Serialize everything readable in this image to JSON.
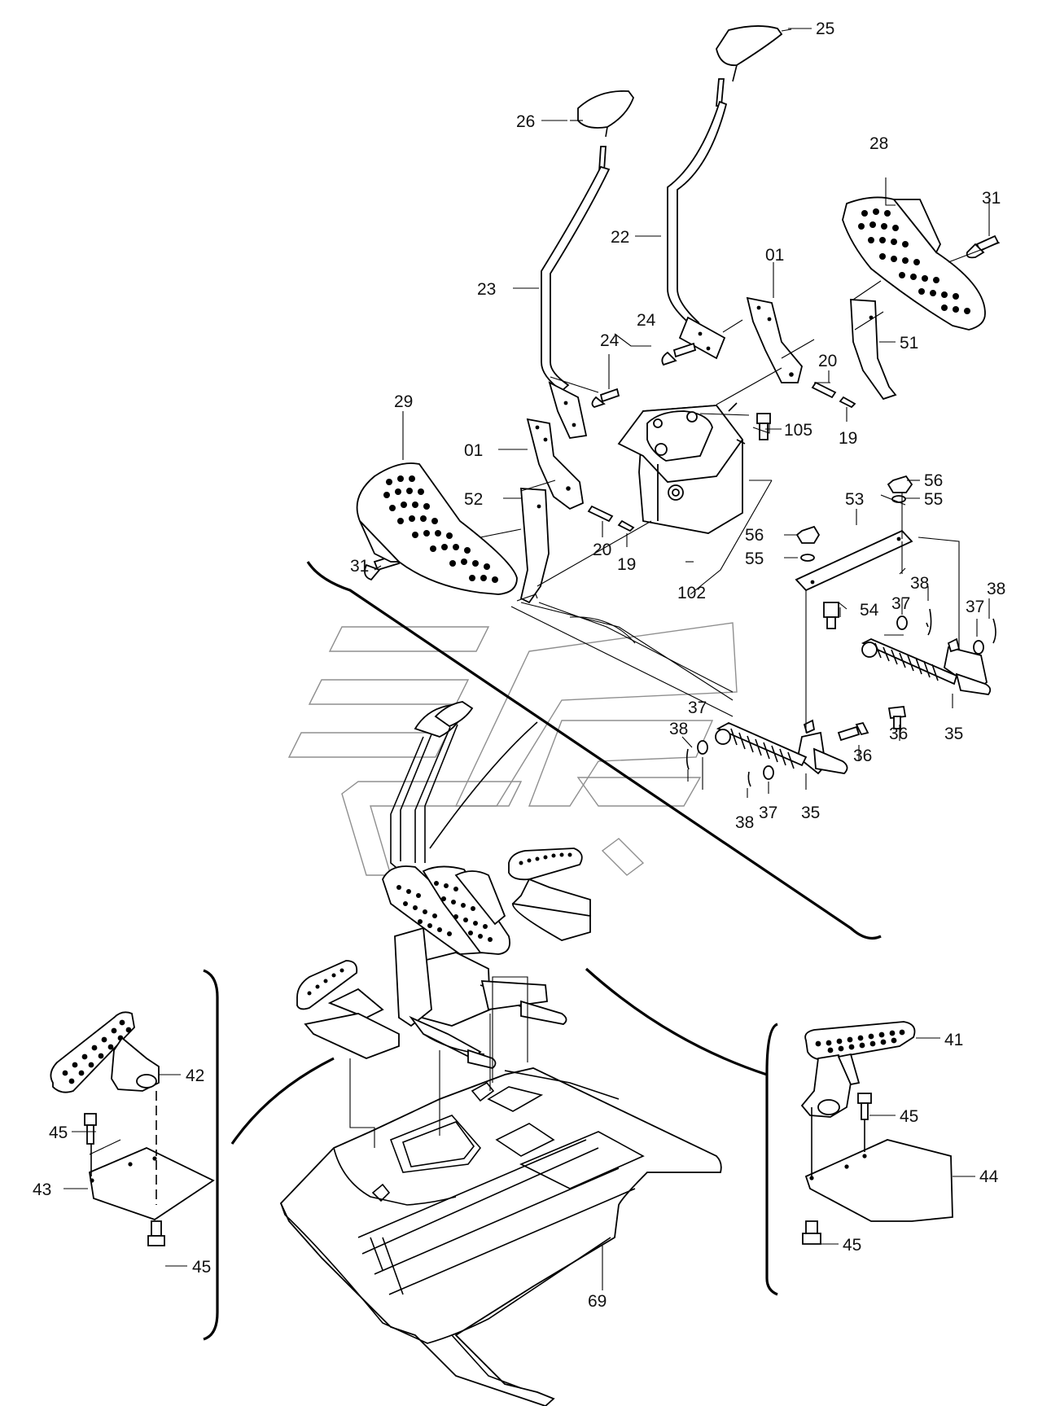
{
  "callouts": {
    "c25": "25",
    "c26": "26",
    "c28": "28",
    "c31a": "31",
    "c22": "22",
    "c23": "23",
    "c01a": "01",
    "c24a": "24",
    "c24b": "24",
    "c51": "51",
    "c20a": "20",
    "c29": "29",
    "c105": "105",
    "c01b": "01",
    "c19a": "19",
    "c56a": "56",
    "c55a": "55",
    "c52": "52",
    "c53": "53",
    "c20b": "20",
    "c19b": "19",
    "c56b": "56",
    "c55b": "55",
    "c31b": "31",
    "c102": "102",
    "c38a": "38",
    "c38b": "38",
    "c54": "54",
    "c37a": "37",
    "c37b": "37",
    "c36a": "36",
    "c35a": "35",
    "c37c": "37",
    "c38c": "38",
    "c36b": "36",
    "c38d": "38",
    "c37d": "37",
    "c35b": "35",
    "c41": "41",
    "c42": "42",
    "c45a": "45",
    "c45b": "45",
    "c44": "44",
    "c43": "43",
    "c45c": "45",
    "c45d": "45",
    "c69": "69"
  }
}
